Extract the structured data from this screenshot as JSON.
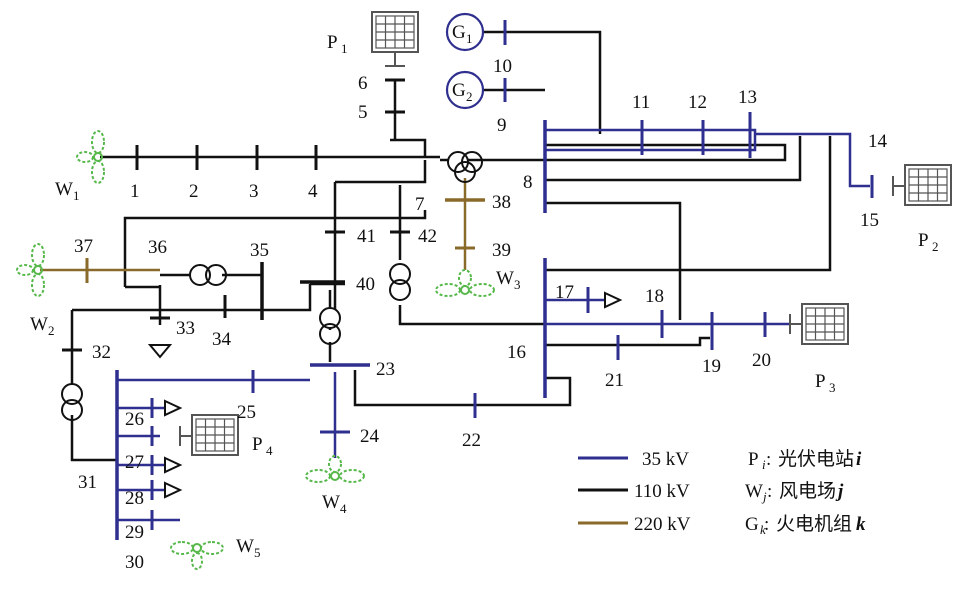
{
  "colors": {
    "kv35": "#2f2f8f",
    "kv110": "#111111",
    "kv220": "#8a6a2a",
    "renewable": "#56b84a",
    "panel": "#555555"
  },
  "buses": {
    "b1": "1",
    "b2": "2",
    "b3": "3",
    "b4": "4",
    "b5": "5",
    "b6": "6",
    "b7": "7",
    "b8": "8",
    "b9": "9",
    "b10": "10",
    "b11": "11",
    "b12": "12",
    "b13": "13",
    "b14": "14",
    "b15": "15",
    "b16": "16",
    "b17": "17",
    "b18": "18",
    "b19": "19",
    "b20": "20",
    "b21": "21",
    "b22": "22",
    "b23": "23",
    "b24": "24",
    "b25": "25",
    "b26": "26",
    "b27": "27",
    "b28": "28",
    "b29": "29",
    "b30": "30",
    "b31": "31",
    "b32": "32",
    "b33": "33",
    "b34": "34",
    "b35": "35",
    "b36": "36",
    "b37": "37",
    "b38": "38",
    "b39": "39",
    "b40": "40",
    "b41": "41",
    "b42": "42"
  },
  "sources": {
    "P1": {
      "main": "P",
      "sub": "1"
    },
    "P2": {
      "main": "P",
      "sub": "2"
    },
    "P3": {
      "main": "P",
      "sub": "3"
    },
    "P4": {
      "main": "P",
      "sub": "4"
    },
    "W1": {
      "main": "W",
      "sub": "1"
    },
    "W2": {
      "main": "W",
      "sub": "2"
    },
    "W3": {
      "main": "W",
      "sub": "3"
    },
    "W4": {
      "main": "W",
      "sub": "4"
    },
    "W5": {
      "main": "W",
      "sub": "5"
    },
    "G1": {
      "main": "G",
      "sub": "1"
    },
    "G2": {
      "main": "G",
      "sub": "2"
    }
  },
  "legend": {
    "lines": [
      {
        "label": "35 kV",
        "color": "#2f2f8f"
      },
      {
        "label": "110 kV",
        "color": "#111111"
      },
      {
        "label": "220 kV",
        "color": "#8a6a2a"
      }
    ],
    "defs": [
      {
        "main": "P",
        "sub": "i",
        "sep": ": ",
        "text": "光伏电站",
        "var": "i"
      },
      {
        "main": "W",
        "sub": "j",
        "sep": ": ",
        "text": "风电场",
        "var": "j"
      },
      {
        "main": "G",
        "sub": "k",
        "sep": ": ",
        "text": "火电机组",
        "var": "k"
      }
    ]
  }
}
